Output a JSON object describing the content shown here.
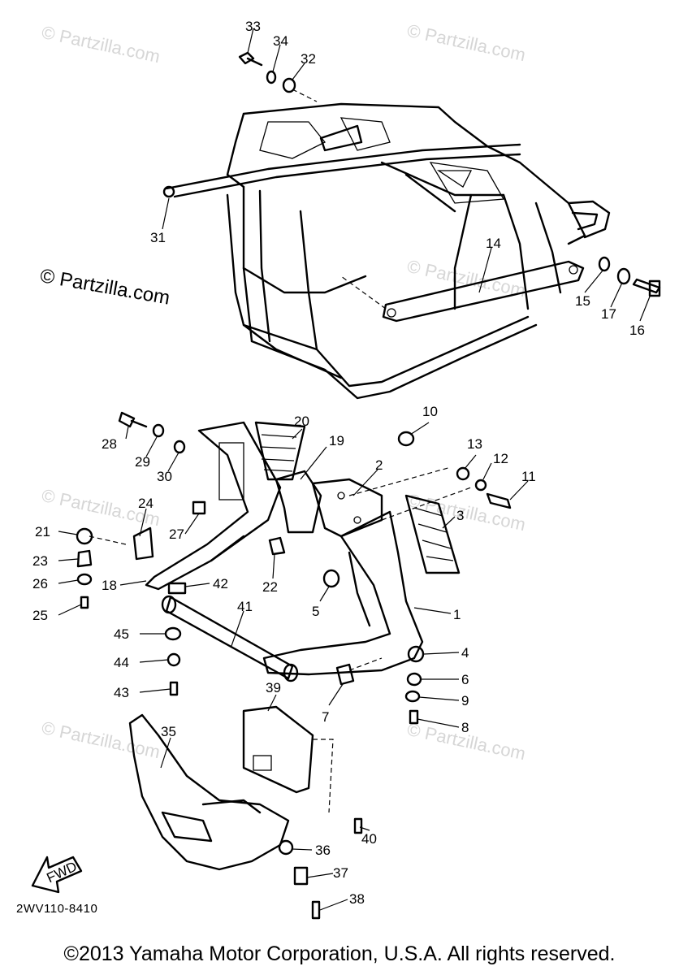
{
  "watermark_text": "© Partzilla.com",
  "diagram_code": "2WV110-8410",
  "fwd_label": "FWD",
  "copyright": "©2013 Yamaha Motor Corporation, U.S.A. All rights reserved.",
  "callouts": [
    {
      "num": "33"
    },
    {
      "num": "34"
    },
    {
      "num": "32"
    },
    {
      "num": "31"
    },
    {
      "num": "14"
    },
    {
      "num": "15"
    },
    {
      "num": "17"
    },
    {
      "num": "16"
    },
    {
      "num": "10"
    },
    {
      "num": "20"
    },
    {
      "num": "28"
    },
    {
      "num": "29"
    },
    {
      "num": "30"
    },
    {
      "num": "19"
    },
    {
      "num": "2"
    },
    {
      "num": "13"
    },
    {
      "num": "12"
    },
    {
      "num": "11"
    },
    {
      "num": "24"
    },
    {
      "num": "27"
    },
    {
      "num": "3"
    },
    {
      "num": "21"
    },
    {
      "num": "23"
    },
    {
      "num": "26"
    },
    {
      "num": "25"
    },
    {
      "num": "18"
    },
    {
      "num": "42"
    },
    {
      "num": "22"
    },
    {
      "num": "5"
    },
    {
      "num": "1"
    },
    {
      "num": "41"
    },
    {
      "num": "45"
    },
    {
      "num": "44"
    },
    {
      "num": "43"
    },
    {
      "num": "4"
    },
    {
      "num": "6"
    },
    {
      "num": "9"
    },
    {
      "num": "8"
    },
    {
      "num": "7"
    },
    {
      "num": "39"
    },
    {
      "num": "35"
    },
    {
      "num": "40"
    },
    {
      "num": "36"
    },
    {
      "num": "37"
    },
    {
      "num": "38"
    }
  ]
}
